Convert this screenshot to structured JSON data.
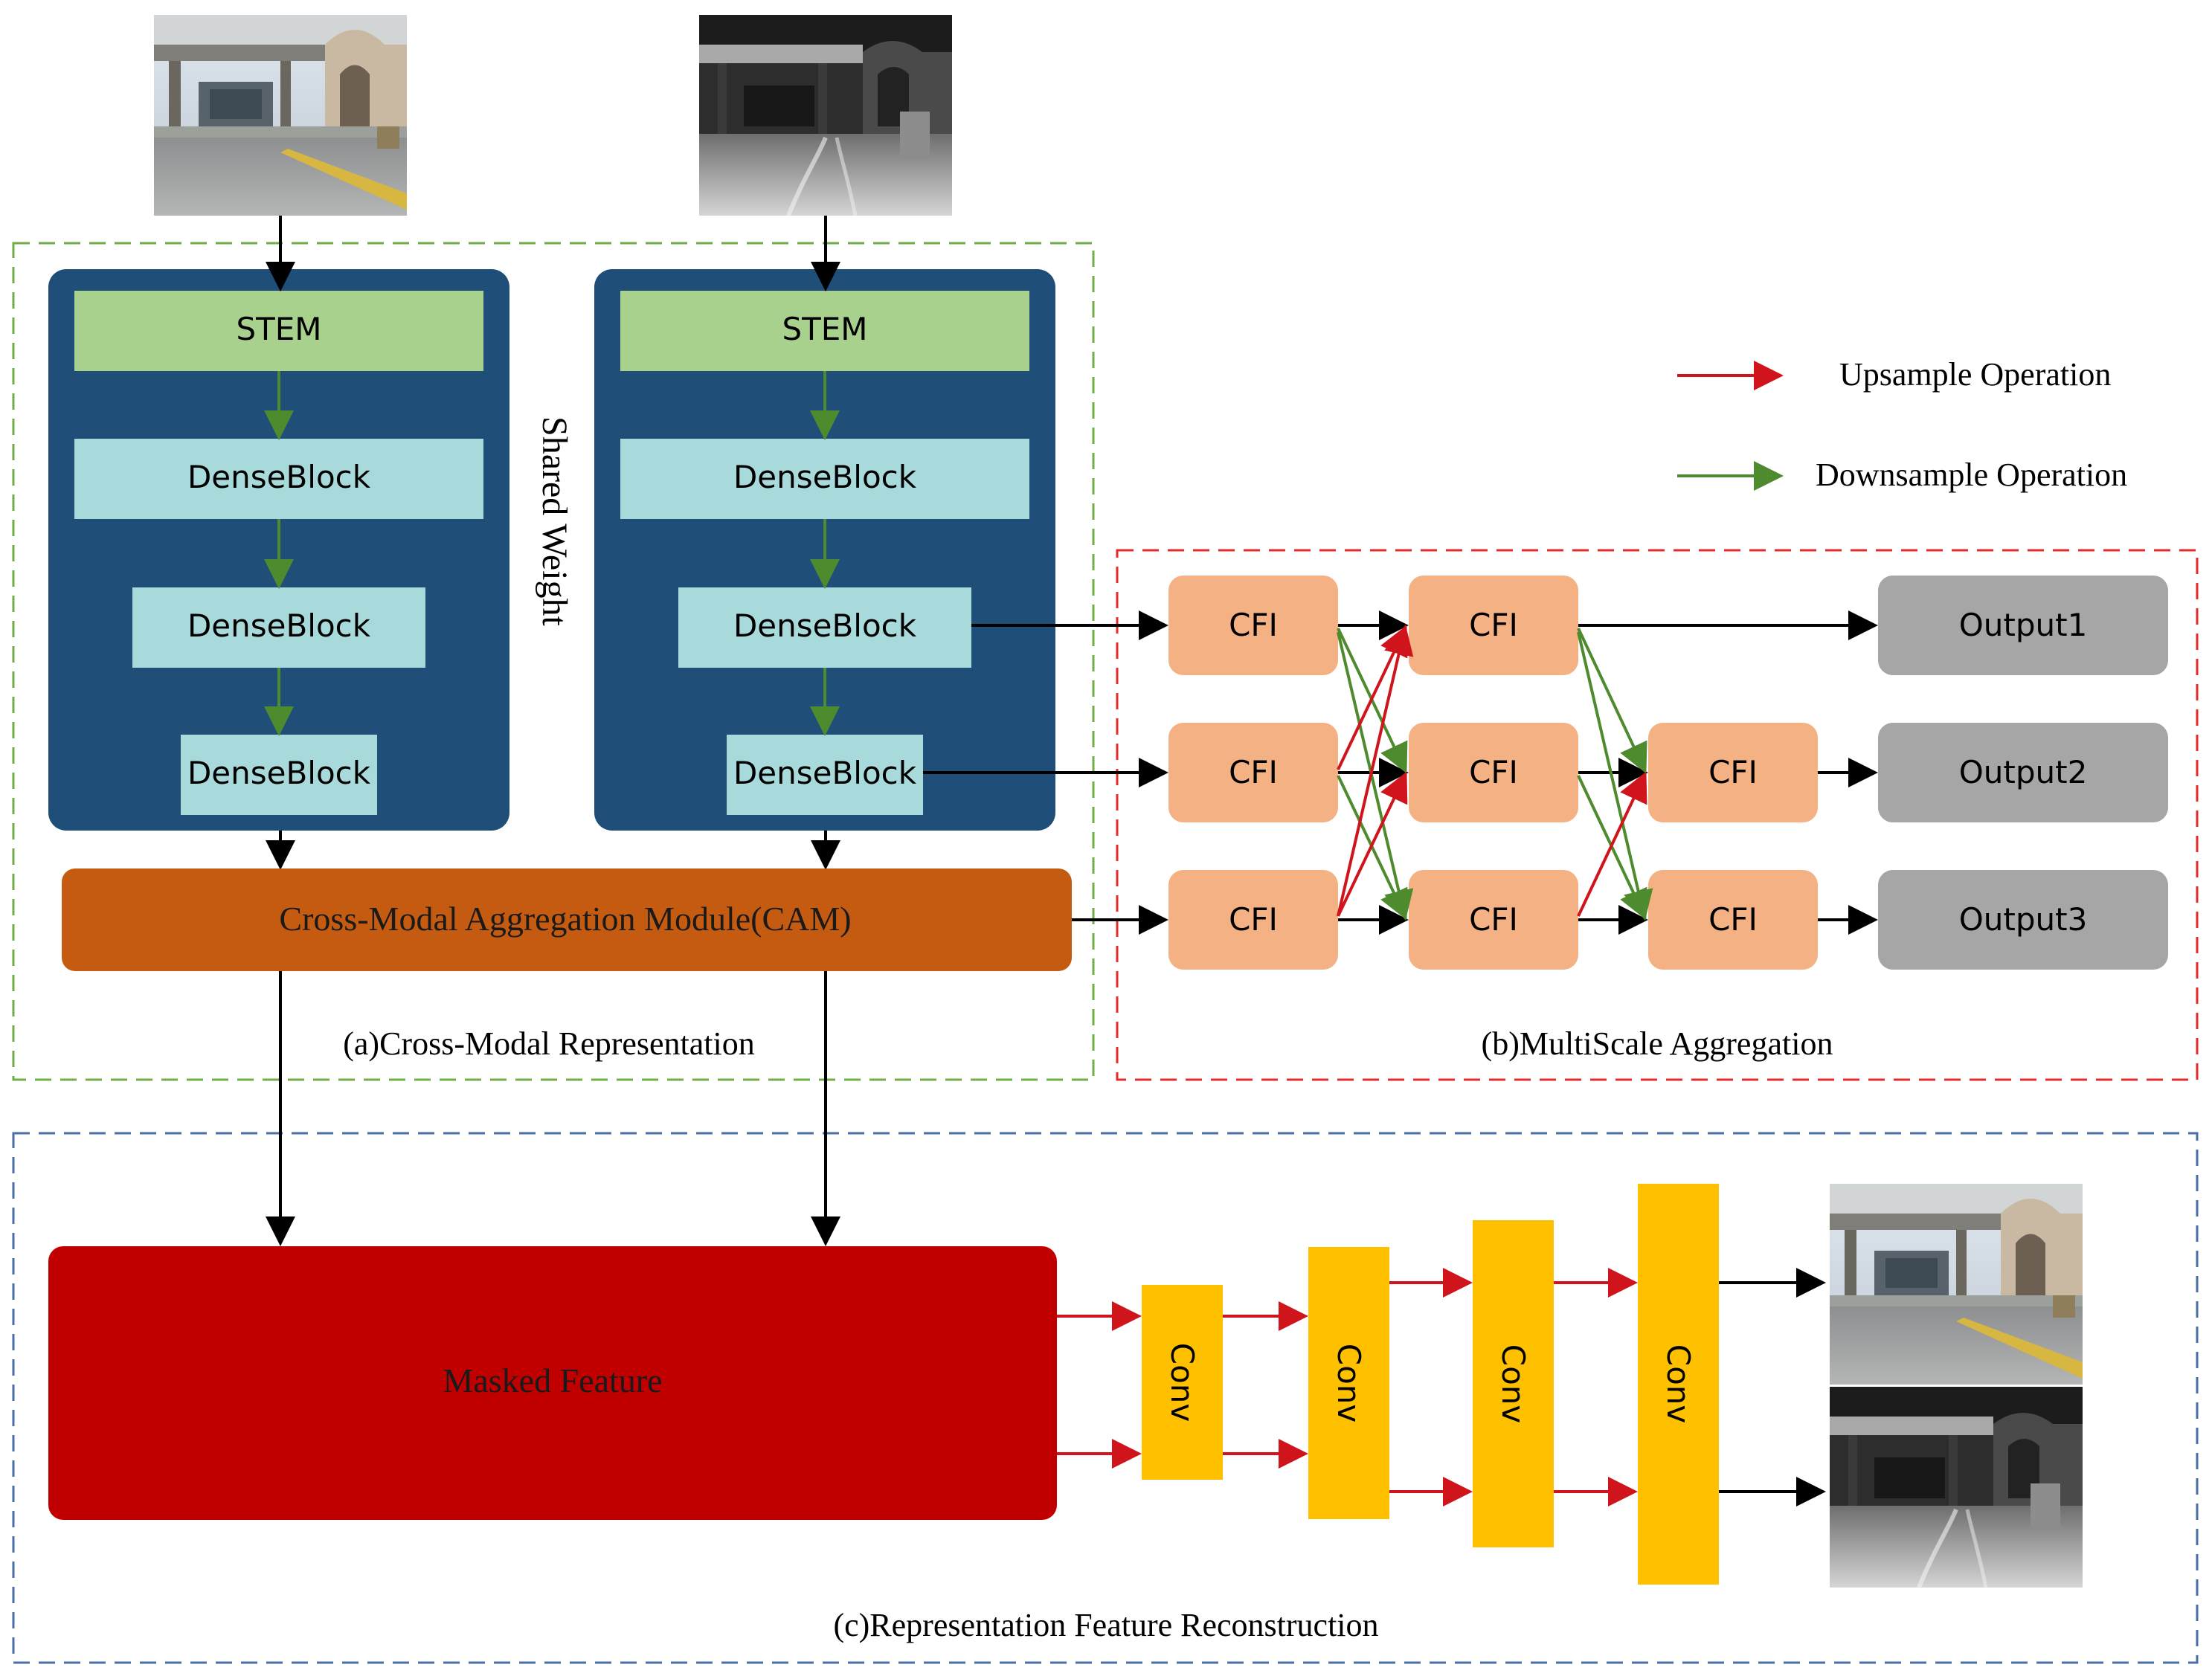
{
  "colors": {
    "dashed_green": "#70ad47",
    "dashed_red": "#e32b2b",
    "dashed_blue": "#4a6fa5",
    "encoder_bg": "#1f4e79",
    "stem": "#a9d18e",
    "denseblock": "#a8dadc",
    "cam": "#c55a11",
    "cfi": "#f4b183",
    "output": "#a6a6a6",
    "masked": "#c00000",
    "conv": "#ffc000",
    "arrow_black": "#000000",
    "arrow_red": "#d0141c",
    "arrow_green": "#4e8a2e"
  },
  "legend": {
    "upsample": "Upsample Operation",
    "downsample": "Downsample Operation"
  },
  "encoder_left": {
    "stem": "STEM",
    "blocks": [
      "DenseBlock",
      "DenseBlock",
      "DenseBlock"
    ]
  },
  "encoder_right": {
    "stem": "STEM",
    "blocks": [
      "DenseBlock",
      "DenseBlock",
      "DenseBlock"
    ]
  },
  "shared_weight": "Shared Weight",
  "cam_label": "Cross-Modal Aggregation Module(CAM)",
  "section_a": "(a)Cross-Modal Representation",
  "section_b": "(b)MultiScale Aggregation",
  "section_c": "(c)Representation Feature Reconstruction",
  "cfi_label": "CFI",
  "outputs": [
    "Output1",
    "Output2",
    "Output3"
  ],
  "masked_label": "Masked Feature",
  "conv_label": "Conv",
  "images": {
    "input_rgb": "rgb-road-photo",
    "input_thermal": "thermal-road-photo",
    "recon_rgb": "reconstructed-rgb-photo",
    "recon_thermal": "reconstructed-thermal-photo"
  }
}
